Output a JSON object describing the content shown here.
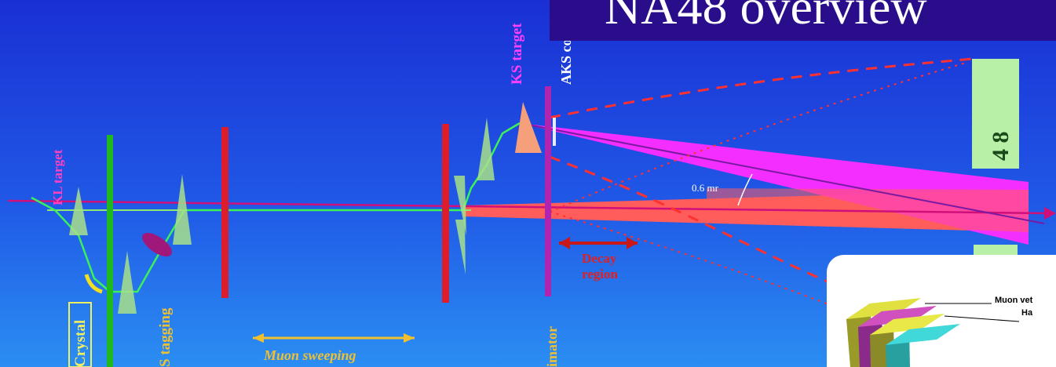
{
  "title": "NA48 overview",
  "labels": {
    "kl_target": "KL target",
    "ks_target": "KS target",
    "aks_counter": "AKS co",
    "crystal": "Crystal",
    "s_tagging": "S tagging",
    "collimator": "imator",
    "decay_region_line1": "Decay",
    "decay_region_line2": "region",
    "muon_sweeping": "Muon sweeping",
    "angle": "0.6 mr",
    "green_box_text": "4 8"
  },
  "inset": {
    "muon_veto_label": "Muon vet",
    "hadron_label": "Ha"
  },
  "colors": {
    "background_top": "#1c3cd8",
    "background_bottom": "#2a8cf0",
    "kl_beam": "#ff5c5c",
    "ks_beam": "#ff30ff",
    "magnet": "#dd1c2c",
    "green_bar": "#1fb81f",
    "collimator": "#b024b0",
    "title_box": "#2a0d8a"
  }
}
